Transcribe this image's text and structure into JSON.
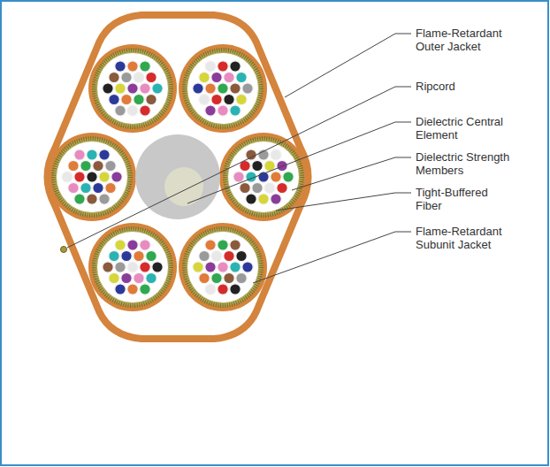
{
  "diagram": {
    "labels": [
      "Flame-Retardant Outer Jacket",
      "Ripcord",
      "Dielectric Central Element",
      "Dielectric Strength Members",
      "Tight-Buffered Fiber",
      "Flame-Retardant Subunit Jacket"
    ]
  }
}
